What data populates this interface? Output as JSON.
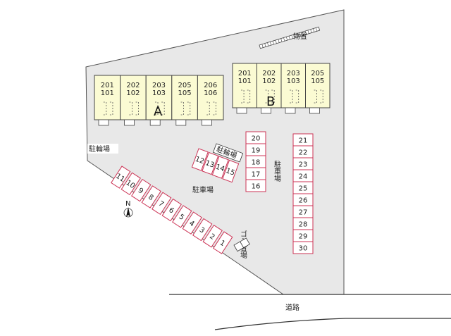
{
  "labels": {
    "fence": "物置",
    "bicycle_parking_1": "駐輪場",
    "bicycle_parking_2": "駐輪場",
    "parking_left": "駐車場",
    "parking_right": "駐車場",
    "garbage": "ゴミ置場",
    "road": "道路",
    "north": "N"
  },
  "building_a": {
    "label": "A",
    "units": [
      {
        "upper": "201",
        "lower": "101"
      },
      {
        "upper": "202",
        "lower": "102"
      },
      {
        "upper": "203",
        "lower": "103"
      },
      {
        "upper": "205",
        "lower": "105"
      },
      {
        "upper": "206",
        "lower": "106"
      }
    ]
  },
  "building_b": {
    "label": "B",
    "units": [
      {
        "upper": "201",
        "lower": "101"
      },
      {
        "upper": "202",
        "lower": "102"
      },
      {
        "upper": "203",
        "lower": "103"
      },
      {
        "upper": "205",
        "lower": "105"
      }
    ]
  },
  "parking_row_diag": [
    "11",
    "10",
    "9",
    "8",
    "7",
    "6",
    "5",
    "4",
    "3",
    "2",
    "1"
  ],
  "parking_small": [
    "12",
    "13",
    "14",
    "15"
  ],
  "parking_middle": [
    "20",
    "19",
    "18",
    "17",
    "16"
  ],
  "parking_right": [
    "21",
    "22",
    "23",
    "24",
    "25",
    "26",
    "27",
    "28",
    "29",
    "30"
  ],
  "colors": {
    "site": "#e8e8e8",
    "building": "#fbfbd3",
    "parking_stroke": "#cc3355"
  }
}
